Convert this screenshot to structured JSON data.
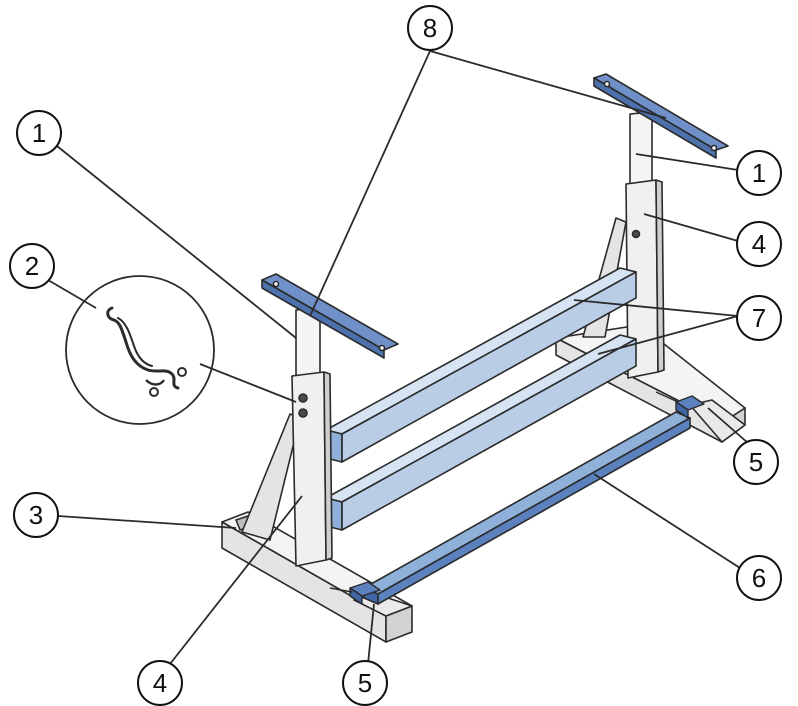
{
  "callouts": {
    "c1_left": "1",
    "c1_right": "1",
    "c2": "2",
    "c3": "3",
    "c4_right": "4",
    "c4_bottom": "4",
    "c5_right": "5",
    "c5_bottom": "5",
    "c6": "6",
    "c7": "7",
    "c8": "8"
  },
  "colors": {
    "stroke": "#2b2b2b",
    "frame_fill": "#f2f2f2",
    "frame_shade": "#d9d9d9",
    "beam_light": "#b9cde6",
    "beam_mid": "#8fb0d8",
    "beam_dark": "#5b82bf",
    "bracket": "#6f90c8"
  }
}
